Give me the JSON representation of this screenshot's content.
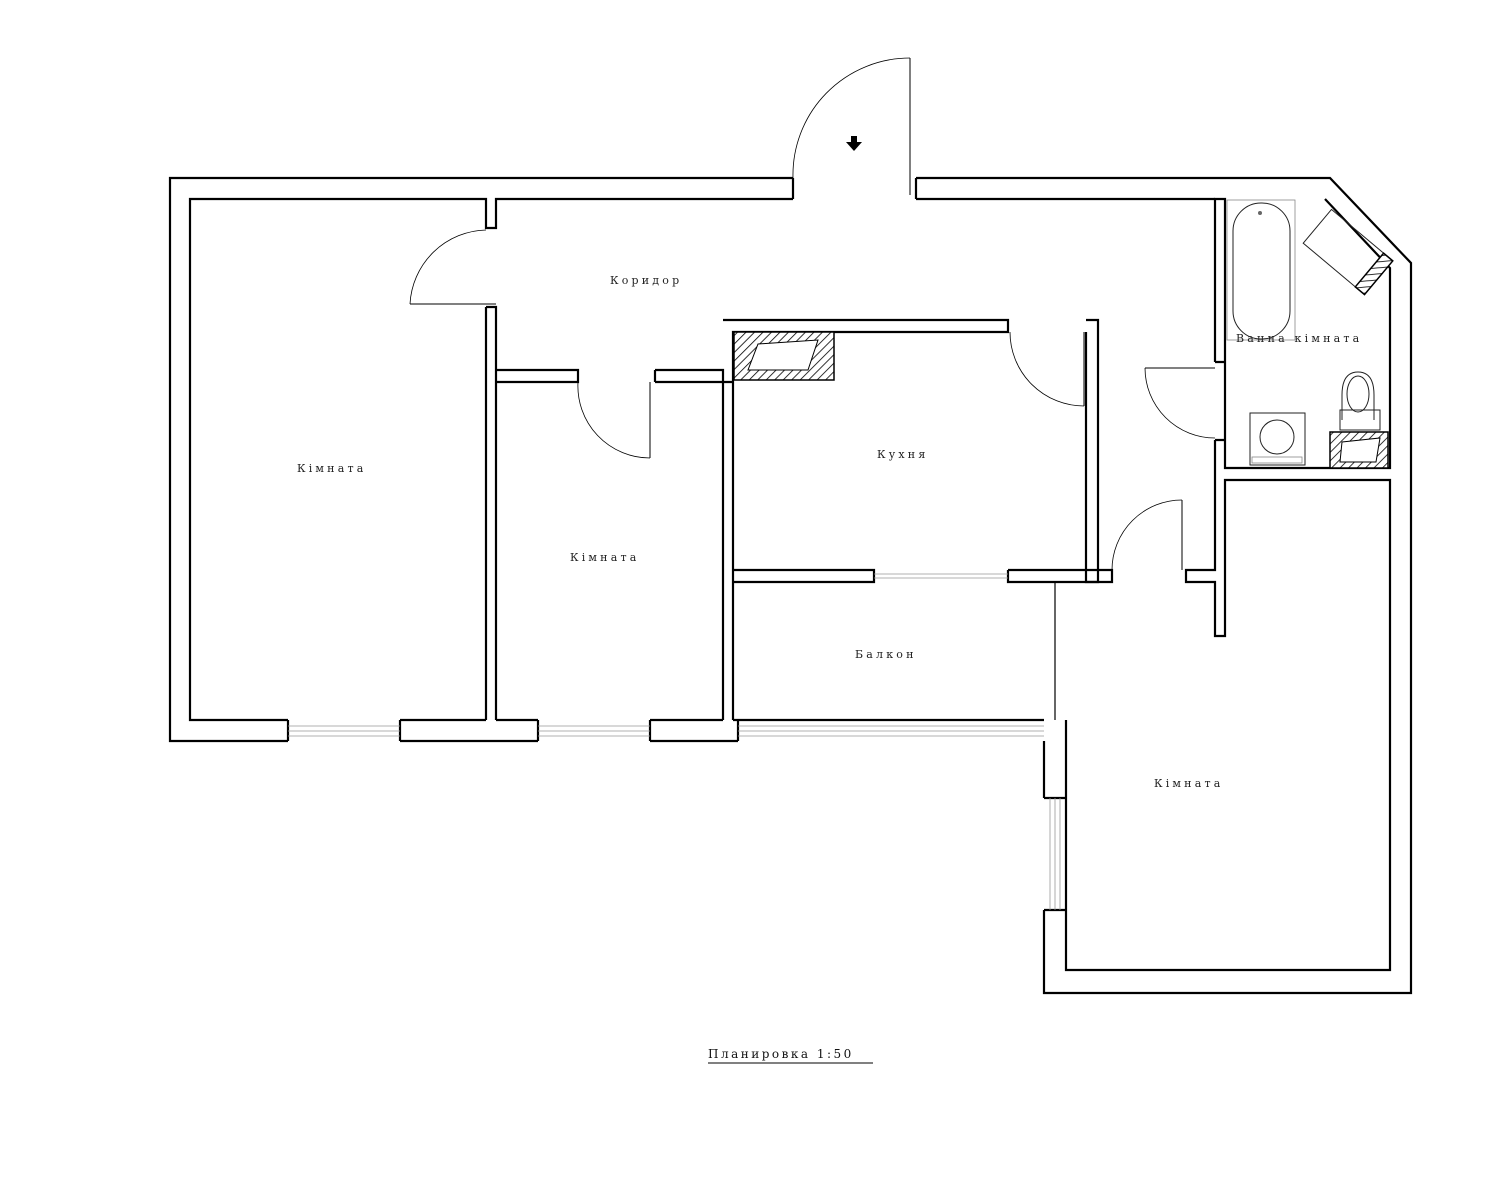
{
  "plan": {
    "title": "Планировка 1:50",
    "rooms": {
      "corridor": "Коридор",
      "room_left": "Кімната",
      "room_middle": "Кімната",
      "kitchen": "Кухня",
      "balcony": "Балкон",
      "bathroom": "Ванна кімната",
      "room_right": "Кімната"
    },
    "icons": {
      "entrance": "entrance-arrow-icon",
      "bathtub": "bathtub-icon",
      "toilet": "toilet-icon",
      "washing_machine": "washing-machine-icon",
      "sink": "sink-icon",
      "ventilation_shaft": "ventilation-shaft-icon"
    }
  }
}
